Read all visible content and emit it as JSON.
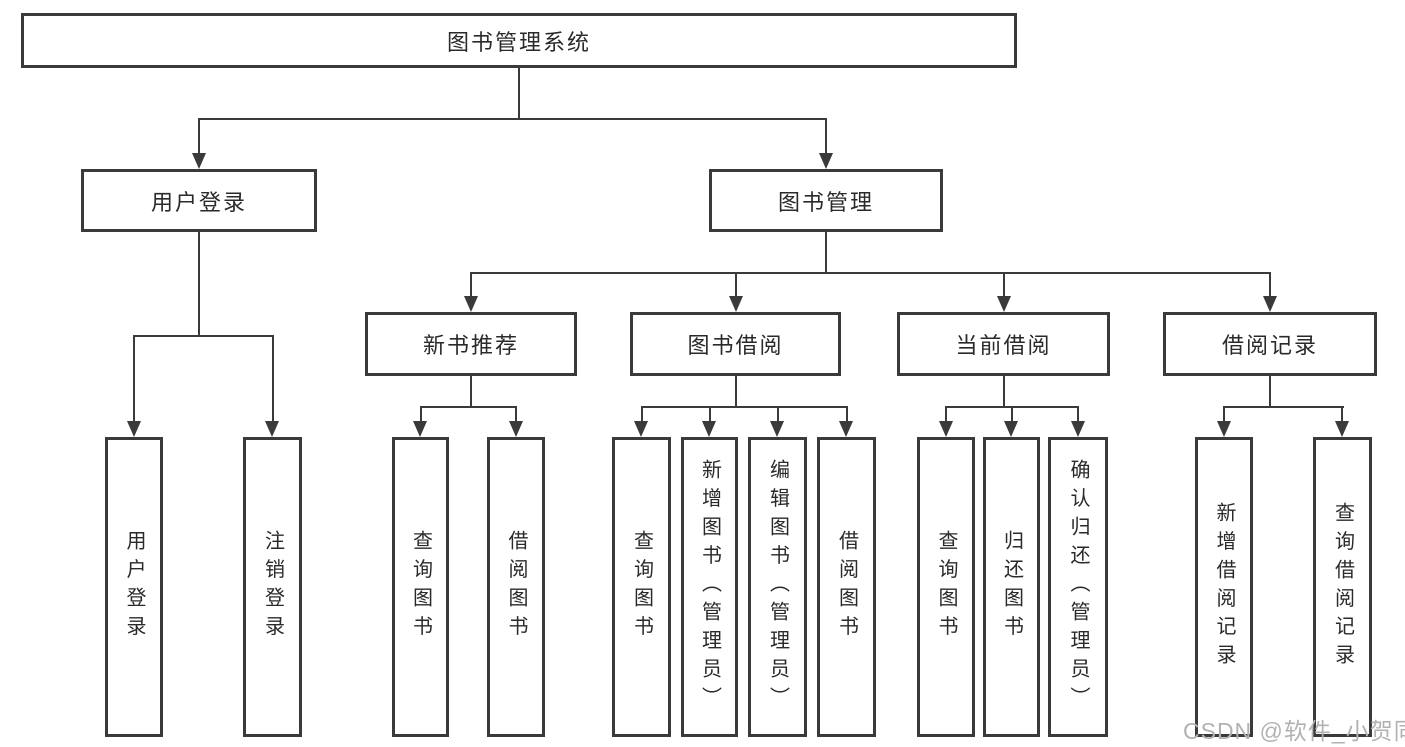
{
  "nodes": {
    "root": "图书管理系统",
    "user_login": "用户登录",
    "book_mgmt": "图书管理",
    "new_book_rec": "新书推荐",
    "book_borrow": "图书借阅",
    "current_borrow": "当前借阅",
    "borrow_record": "借阅记录",
    "leaf_user_login": "用户登录",
    "leaf_logout": "注销登录",
    "leaf_rec_query": "查询图书",
    "leaf_rec_borrow": "借阅图书",
    "leaf_bb_query": "查询图书",
    "leaf_bb_add": "新增图书（管理员）",
    "leaf_bb_edit": "编辑图书（管理员）",
    "leaf_bb_borrow": "借阅图书",
    "leaf_cb_query": "查询图书",
    "leaf_cb_return": "归还图书",
    "leaf_cb_confirm": "确认归还（管理员）",
    "leaf_br_add": "新增借阅记录",
    "leaf_br_query": "查询借阅记录"
  },
  "watermark": {
    "text": "CSDN @软件_小贺同学"
  },
  "colors": {
    "line": "#3a3a3a",
    "text": "#2a2a2a",
    "watermark": "#b2b2b2",
    "background": "#ffffff"
  }
}
